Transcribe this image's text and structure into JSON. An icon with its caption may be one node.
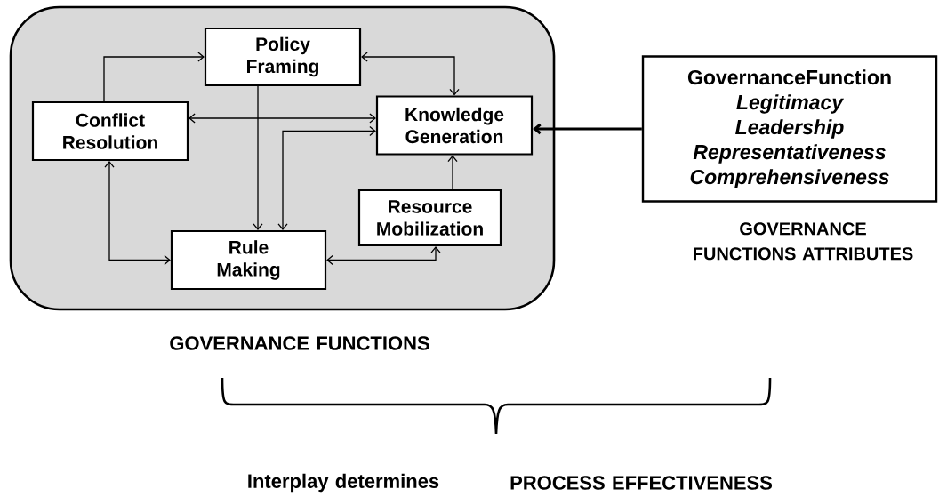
{
  "diagram": {
    "nodes": [
      {
        "text": [],
        "shape": "box",
        "beside": [
          "GOVERNANCE FUNCTIONS"
        ]
      },
      {
        "text": [
          "Policy Framing"
        ],
        "in": 0
      },
      {
        "text": [
          "Conflict Resolution"
        ],
        "in": 0
      },
      {
        "text": [
          "Knowledge Generation"
        ],
        "in": 0
      },
      {
        "text": [
          "Resource Mobilization"
        ],
        "in": 0
      },
      {
        "text": [
          "Rule Making"
        ],
        "in": 0
      },
      {
        "text": [
          "GovernanceFunction",
          "Legitimacy",
          "Leadership",
          "Representativeness",
          "Comprehensiveness"
        ],
        "beside": [
          "GOVERNANCE FUNCTIONS ATTRIBUTES"
        ]
      }
    ],
    "edges": [
      {
        "from": 2,
        "to": 1,
        "arrow": "to"
      },
      {
        "from": 1,
        "to": 3,
        "arrow": "both"
      },
      {
        "from": 2,
        "to": 3,
        "arrow": "both"
      },
      {
        "from": 1,
        "to": 5,
        "arrow": "to"
      },
      {
        "from": 3,
        "to": 5,
        "arrow": "both"
      },
      {
        "from": 4,
        "to": 3,
        "arrow": "to"
      },
      {
        "from": 2,
        "to": 5,
        "arrow": "both"
      },
      {
        "from": 5,
        "to": 4,
        "arrow": "both"
      },
      {
        "from": 6,
        "to": 3,
        "arrow": "to",
        "style": "thick"
      }
    ],
    "labels": [
      "Interplay determines",
      "PROCESS EFFECTIVENESS"
    ]
  }
}
